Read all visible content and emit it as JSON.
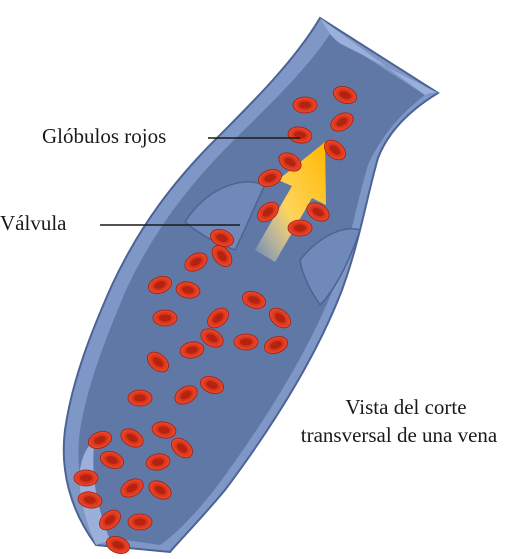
{
  "labels": {
    "red_cells": "Glóbulos rojos",
    "valve": "Válvula",
    "caption_line1": "Vista del corte",
    "caption_line2": "transversal de una vena"
  },
  "colors": {
    "vein_outer": "#7f97c6",
    "vein_inner": "#5f78a6",
    "vein_wall_cut": "#9ab0da",
    "red_cell": "#e03a22",
    "red_cell_center": "#b92412",
    "arrow_top": "#ffc200",
    "arrow_bottom": "#fff3cc",
    "leader_line": "#1a1a1a"
  },
  "icons": {
    "arrow": "blood-flow-arrow-icon",
    "cells": "red-blood-cell-icon"
  }
}
